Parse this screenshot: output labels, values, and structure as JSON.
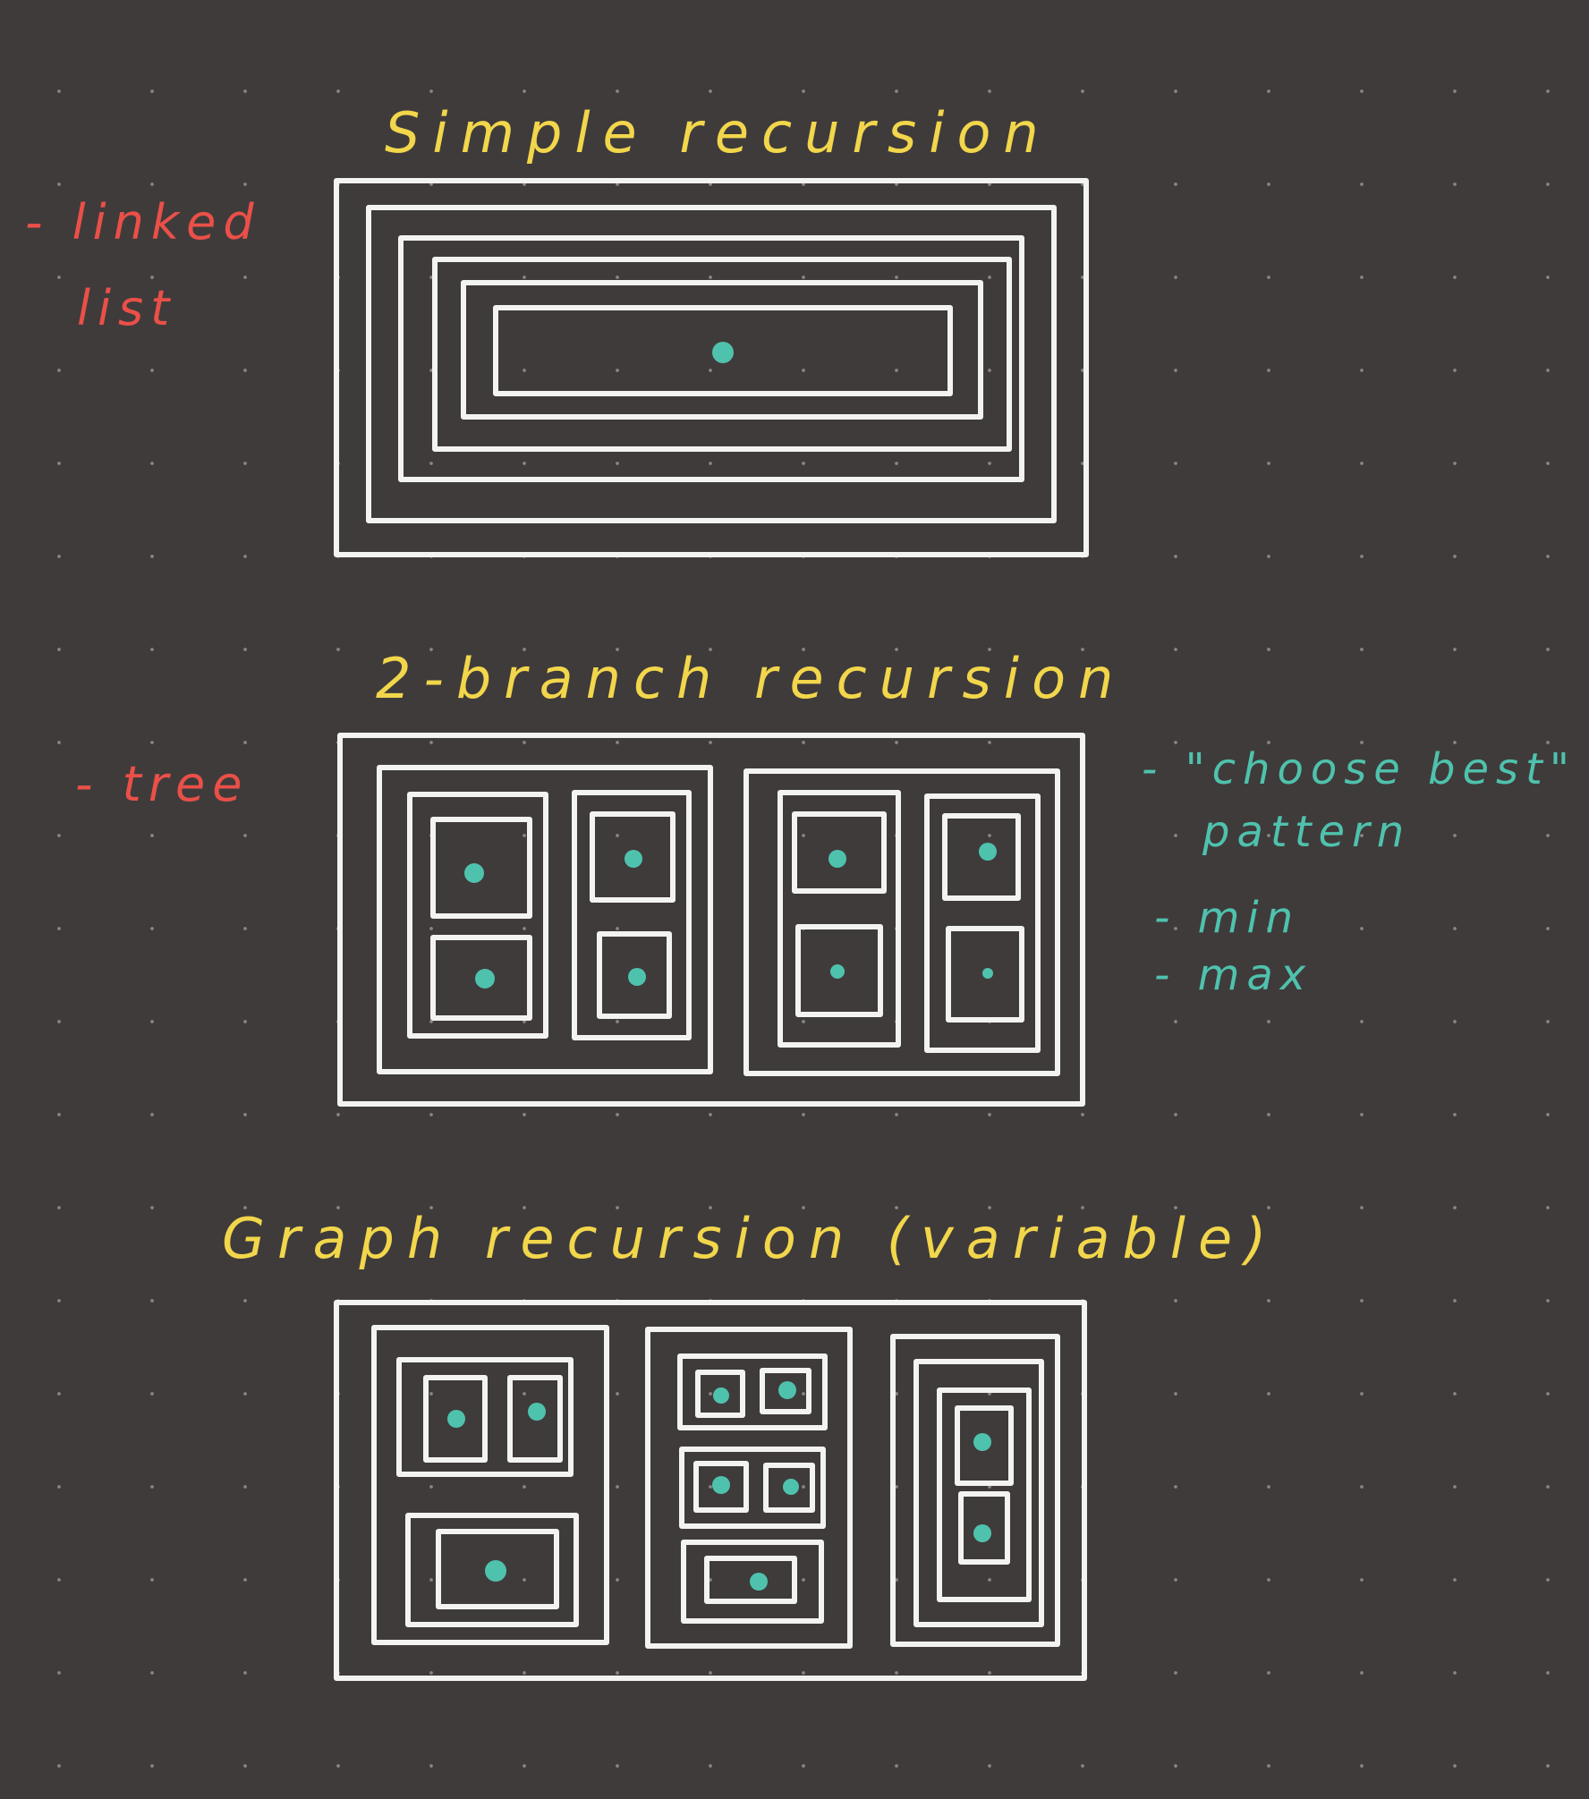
{
  "sections": [
    {
      "title": "Simple recursion",
      "notes": [
        "- linked",
        "list"
      ]
    },
    {
      "title": "2-branch recursion",
      "notes": [
        "- tree"
      ],
      "side_notes": [
        "- \"choose best\"",
        "pattern",
        "- min",
        "- max"
      ]
    },
    {
      "title": "Graph recursion (variable)"
    }
  ],
  "colors": {
    "background": "#3f3b3b",
    "title": "#f2d64b",
    "note_red": "#ea5048",
    "note_teal": "#4fc2ad",
    "box_stroke": "#f3f3f1",
    "leaf_dot": "#4fc2ad"
  }
}
